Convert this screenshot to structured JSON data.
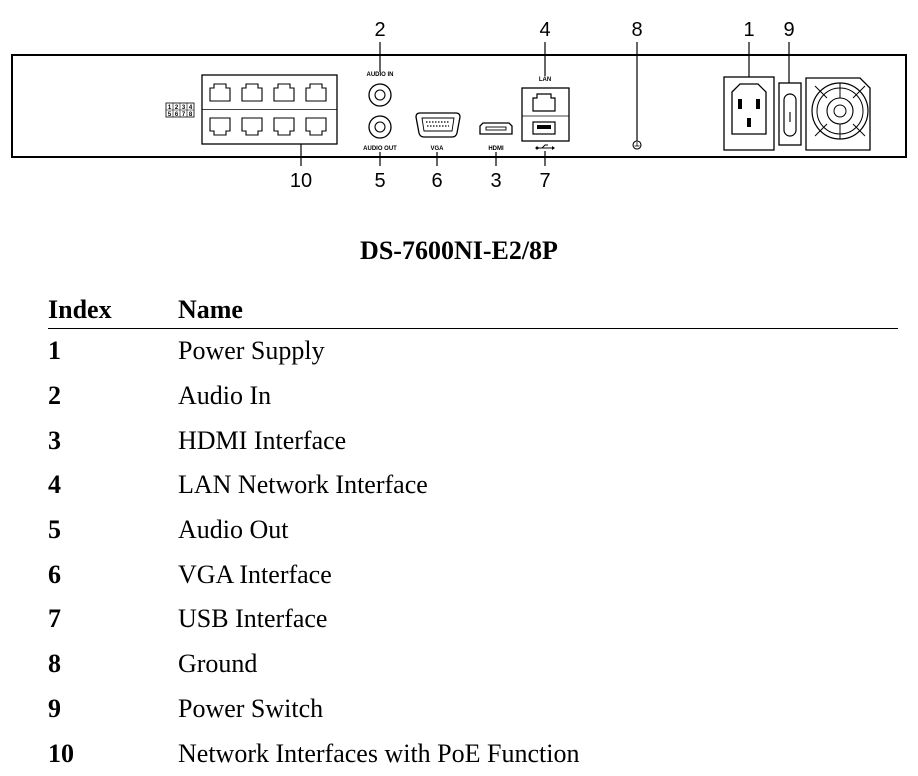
{
  "model": "DS-7600NI-E2/8P",
  "panel": {
    "port_labels": {
      "audio_in": "AUDIO IN",
      "audio_out": "AUDIO OUT",
      "vga": "VGA",
      "hdmi": "HDMI",
      "lan": "LAN"
    },
    "poe_port_numbers": [
      "1",
      "2",
      "3",
      "4",
      "5",
      "6",
      "7",
      "8"
    ],
    "callouts": {
      "c1": "1",
      "c2": "2",
      "c3": "3",
      "c4": "4",
      "c5": "5",
      "c6": "6",
      "c7": "7",
      "c8": "8",
      "c9": "9",
      "c10": "10"
    }
  },
  "table": {
    "headers": {
      "index": "Index",
      "name": "Name"
    },
    "rows": [
      {
        "index": "1",
        "name": "Power Supply"
      },
      {
        "index": "2",
        "name": "Audio In"
      },
      {
        "index": "3",
        "name": "HDMI Interface"
      },
      {
        "index": "4",
        "name": "LAN Network Interface"
      },
      {
        "index": "5",
        "name": "Audio Out"
      },
      {
        "index": "6",
        "name": "VGA Interface"
      },
      {
        "index": "7",
        "name": "USB Interface"
      },
      {
        "index": "8",
        "name": "Ground"
      },
      {
        "index": "9",
        "name": "Power Switch"
      },
      {
        "index": "10",
        "name": "Network Interfaces with PoE Function"
      }
    ]
  }
}
